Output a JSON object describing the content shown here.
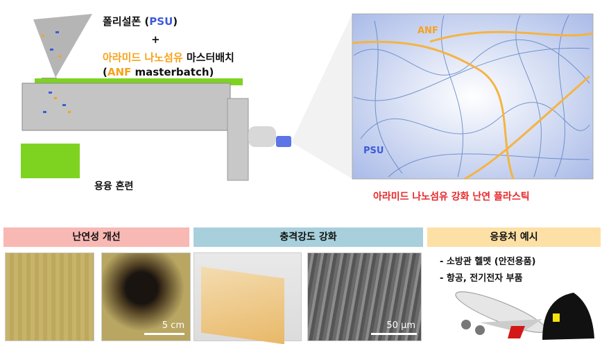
{
  "top": {
    "psu_line_prefix": "폴리설폰 (",
    "psu_abbr": "PSU",
    "psu_line_suffix": ")",
    "plus": "+",
    "anf_korean": "아라미드 나노섬유",
    "masterbatch_korean": " 마스터배치",
    "anf_open": "(",
    "anf_abbr": "ANF",
    "masterbatch_english": " masterbatch)",
    "process_label": "용융 혼련"
  },
  "inset": {
    "anf_label": "ANF",
    "psu_label": "PSU",
    "caption": "아라미드 나노섬유 강화 난연 플라스틱"
  },
  "panels": [
    {
      "title": "난연성 개선",
      "scale_bar": "5 cm",
      "color": "#f8b8b4"
    },
    {
      "title": "충격강도 강화",
      "scale_bar": "50 μm",
      "color": "#a7d0dc"
    },
    {
      "title": "응용처 예시",
      "color": "#fde0a6",
      "items": [
        "- 소방관 헬멧 (안전용품)",
        "- 항공, 전기전자 부품"
      ]
    }
  ],
  "colors": {
    "psu": "#3b5bdb",
    "anf": "#f7a21b",
    "caption": "#e8282b",
    "green": "#7ed321"
  }
}
